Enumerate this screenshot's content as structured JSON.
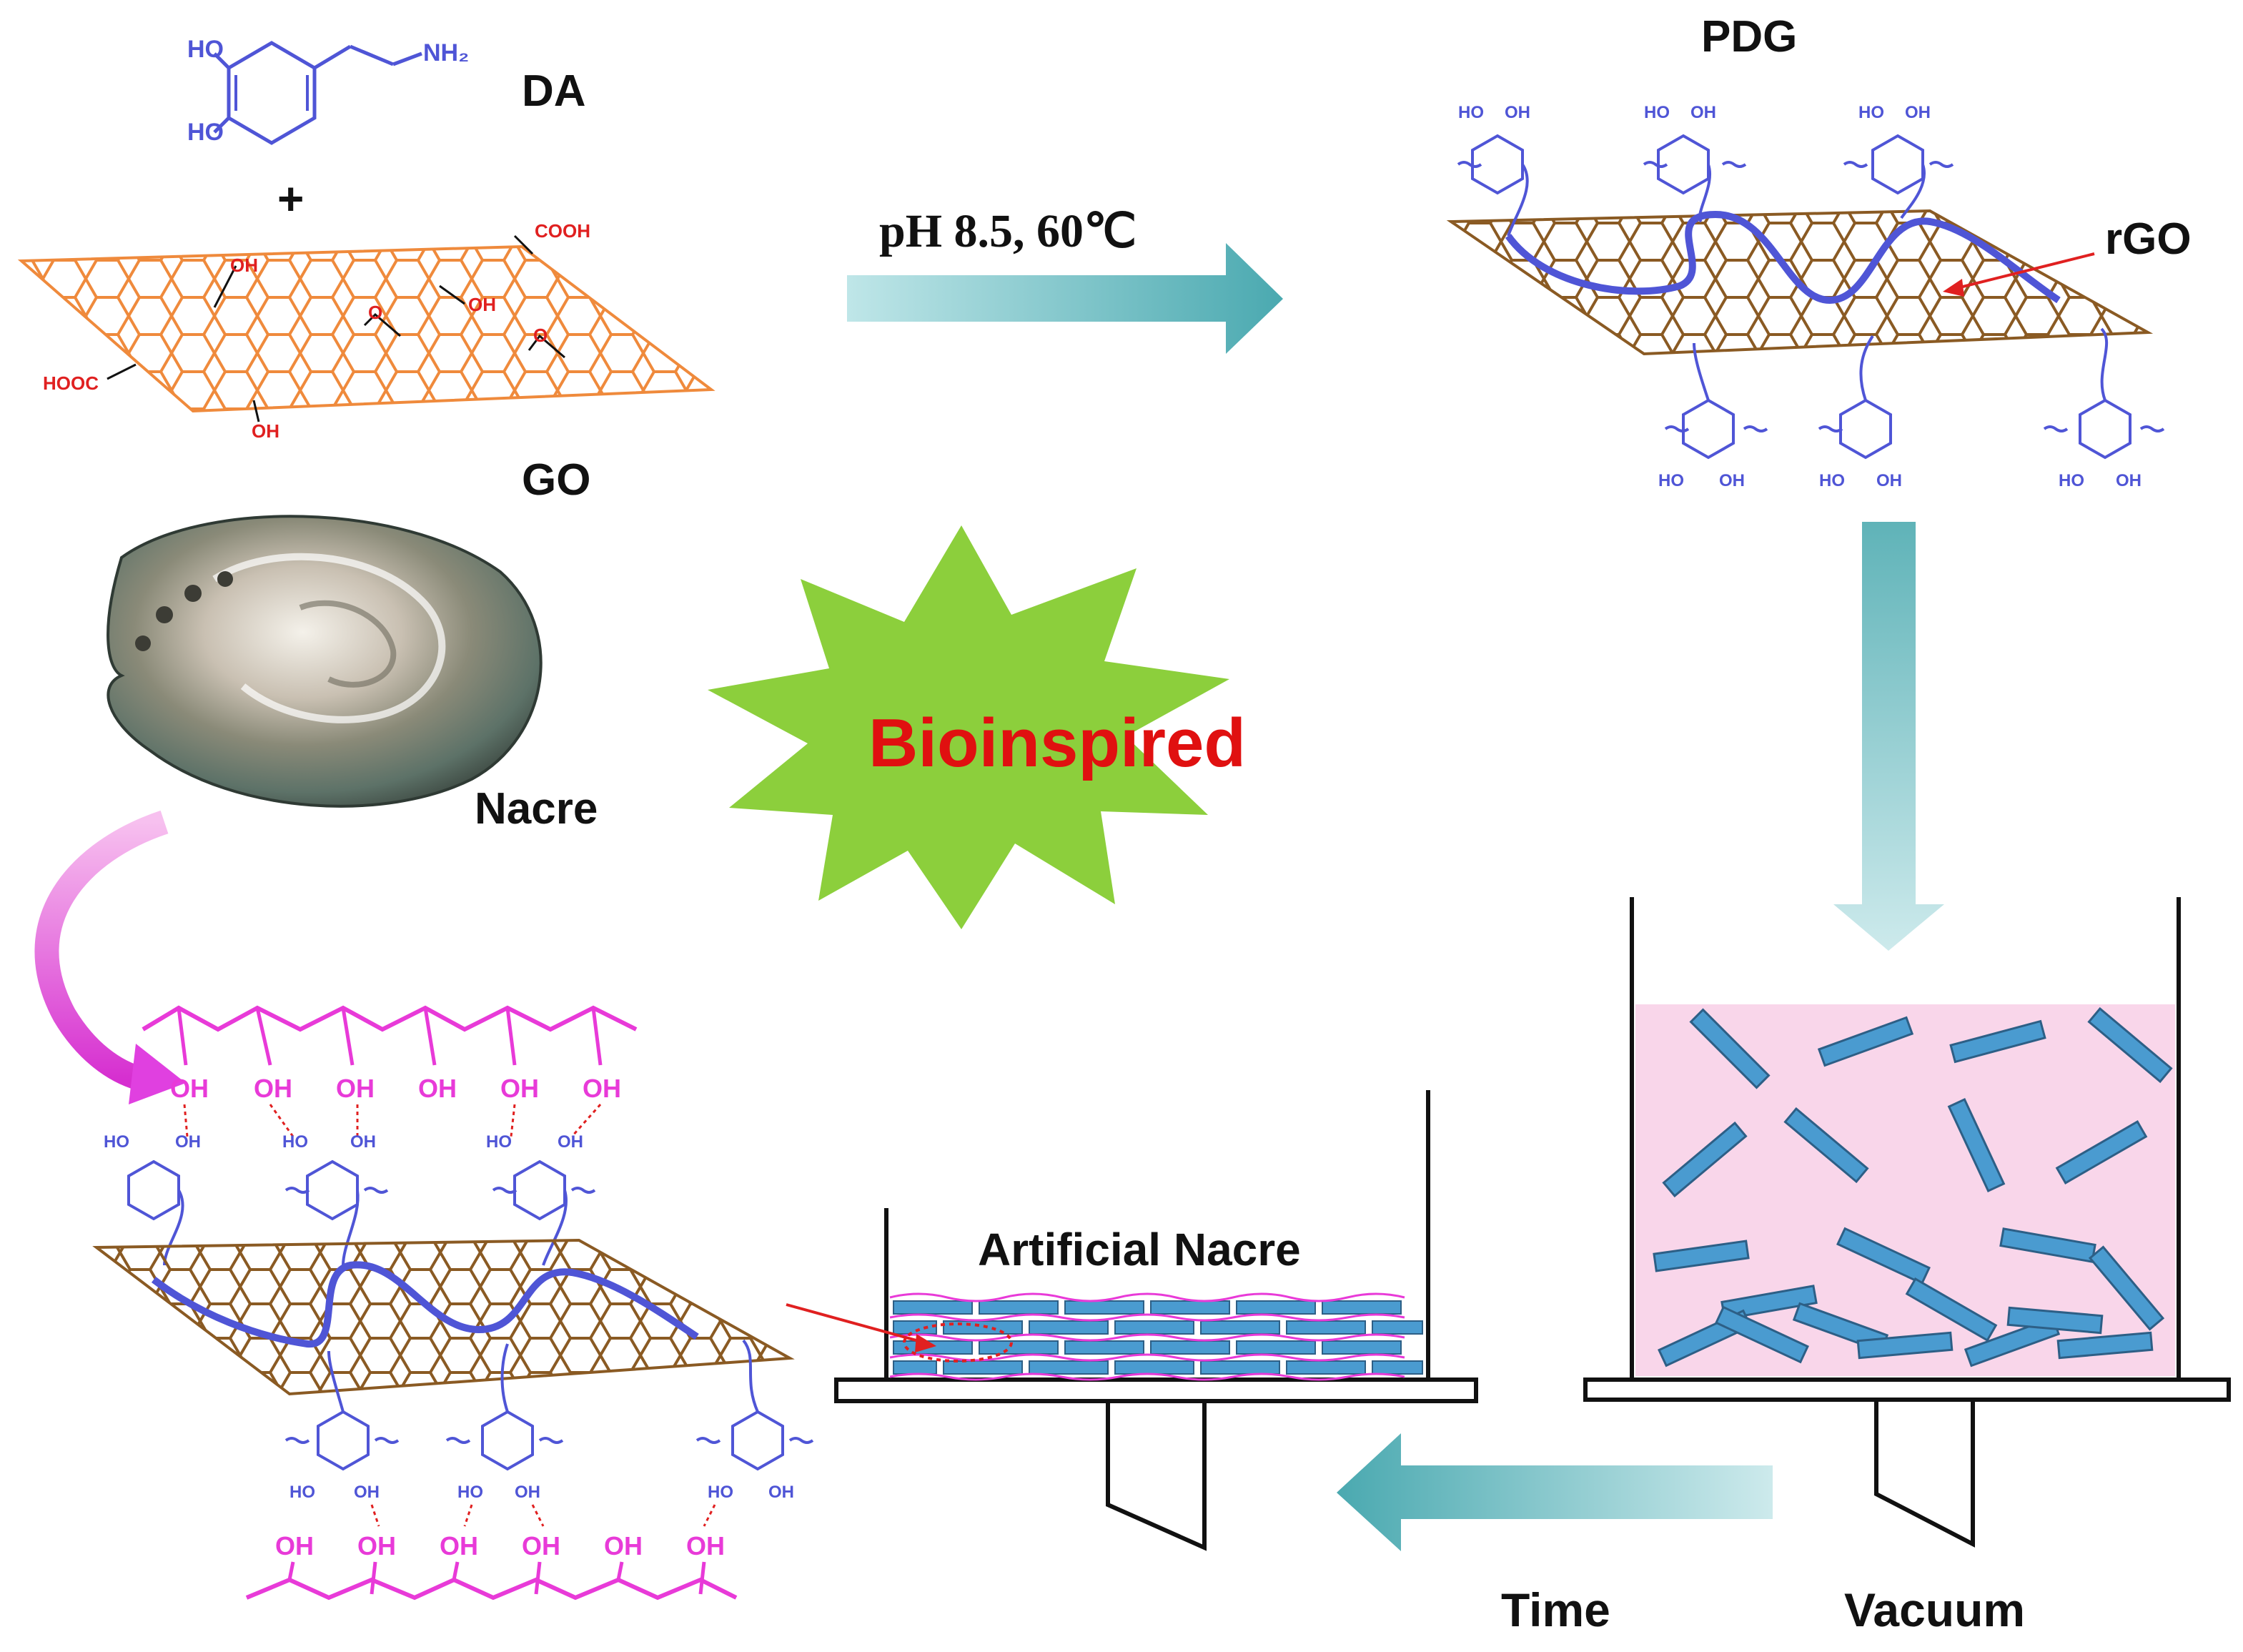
{
  "labels": {
    "da": "DA",
    "plus": "+",
    "go": "GO",
    "nacre": "Nacre",
    "pdg": "PDG",
    "rgo": "rGO",
    "condition": "pH 8.5, 60℃",
    "bioinspired": "Bioinspired",
    "artificial_nacre": "Artificial Nacre",
    "time": "Time",
    "vacuum": "Vacuum"
  },
  "chem": {
    "ho": "HO",
    "oh": "OH",
    "nh2": "NH₂",
    "cooh": "COOH",
    "hooc": "HOOC",
    "o": "O"
  },
  "colors": {
    "dopamine_blue": "#4f55d6",
    "go_orange": "#ef8a3c",
    "go_red_groups": "#e02020",
    "rgo_brown": "#8a5a23",
    "pva_magenta": "#e83ad8",
    "arrow_teal": "#5fb8bd",
    "burst_green": "#8ccf3c",
    "bioinspired_red": "#e01010",
    "solution_pink": "#f9d6ea",
    "platelet_blue": "#4a9bd0"
  }
}
